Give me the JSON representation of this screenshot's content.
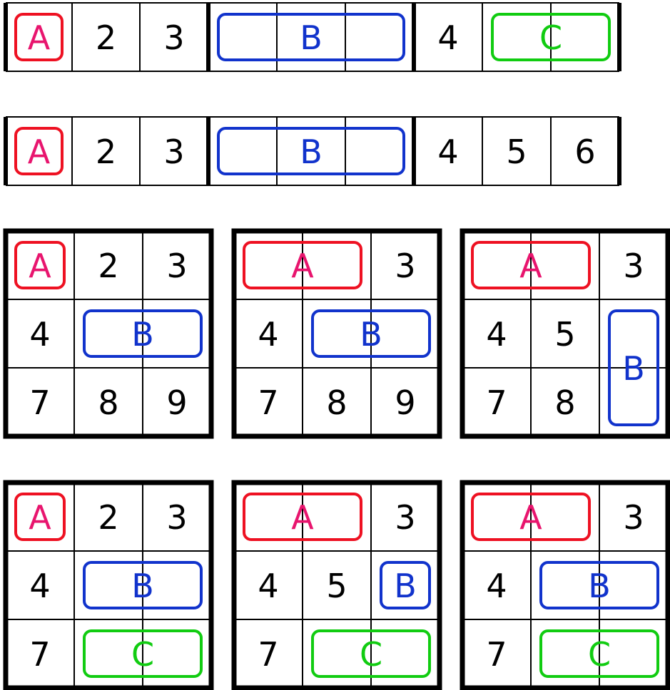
{
  "colors": {
    "A": "#ee1122",
    "A_text": "#e8156e",
    "B": "#1133cc",
    "C": "#11cc11",
    "line": "#000000"
  },
  "strips": [
    {
      "cells": [
        "",
        "2",
        "3",
        "",
        "",
        "",
        "4",
        "",
        ""
      ],
      "boxes": [
        {
          "label": "A",
          "from": 0,
          "to": 0
        },
        {
          "label": "B",
          "from": 3,
          "to": 5
        },
        {
          "label": "C",
          "from": 7,
          "to": 8
        }
      ]
    },
    {
      "cells": [
        "",
        "2",
        "3",
        "",
        "",
        "",
        "4",
        "5",
        "6"
      ],
      "boxes": [
        {
          "label": "A",
          "from": 0,
          "to": 0
        },
        {
          "label": "B",
          "from": 3,
          "to": 5
        }
      ]
    }
  ],
  "grids": [
    {
      "cells": [
        [
          "",
          "2",
          "3"
        ],
        [
          "4",
          "",
          ""
        ],
        [
          "7",
          "8",
          "9"
        ]
      ],
      "boxes": [
        {
          "label": "A",
          "r0": 0,
          "c0": 0,
          "r1": 0,
          "c1": 0
        },
        {
          "label": "B",
          "r0": 1,
          "c0": 1,
          "r1": 1,
          "c1": 2
        }
      ]
    },
    {
      "cells": [
        [
          "",
          "",
          "3"
        ],
        [
          "4",
          "",
          ""
        ],
        [
          "7",
          "8",
          "9"
        ]
      ],
      "boxes": [
        {
          "label": "A",
          "r0": 0,
          "c0": 0,
          "r1": 0,
          "c1": 1
        },
        {
          "label": "B",
          "r0": 1,
          "c0": 1,
          "r1": 1,
          "c1": 2
        }
      ]
    },
    {
      "cells": [
        [
          "",
          "",
          "3"
        ],
        [
          "4",
          "5",
          ""
        ],
        [
          "7",
          "8",
          ""
        ]
      ],
      "boxes": [
        {
          "label": "A",
          "r0": 0,
          "c0": 0,
          "r1": 0,
          "c1": 1
        },
        {
          "label": "B",
          "r0": 1,
          "c0": 2,
          "r1": 2,
          "c1": 2
        }
      ]
    },
    {
      "cells": [
        [
          "",
          "2",
          "3"
        ],
        [
          "4",
          "",
          ""
        ],
        [
          "7",
          "",
          ""
        ]
      ],
      "boxes": [
        {
          "label": "A",
          "r0": 0,
          "c0": 0,
          "r1": 0,
          "c1": 0
        },
        {
          "label": "B",
          "r0": 1,
          "c0": 1,
          "r1": 1,
          "c1": 2
        },
        {
          "label": "C",
          "r0": 2,
          "c0": 1,
          "r1": 2,
          "c1": 2
        }
      ]
    },
    {
      "cells": [
        [
          "",
          "",
          "3"
        ],
        [
          "4",
          "5",
          ""
        ],
        [
          "7",
          "",
          ""
        ]
      ],
      "boxes": [
        {
          "label": "A",
          "r0": 0,
          "c0": 0,
          "r1": 0,
          "c1": 1
        },
        {
          "label": "B",
          "r0": 1,
          "c0": 2,
          "r1": 1,
          "c1": 2
        },
        {
          "label": "C",
          "r0": 2,
          "c0": 1,
          "r1": 2,
          "c1": 2
        }
      ]
    },
    {
      "cells": [
        [
          "",
          "",
          "3"
        ],
        [
          "4",
          "",
          ""
        ],
        [
          "7",
          "",
          ""
        ]
      ],
      "boxes": [
        {
          "label": "A",
          "r0": 0,
          "c0": 0,
          "r1": 0,
          "c1": 1
        },
        {
          "label": "B",
          "r0": 1,
          "c0": 1,
          "r1": 1,
          "c1": 2
        },
        {
          "label": "C",
          "r0": 2,
          "c0": 1,
          "r1": 2,
          "c1": 2
        }
      ]
    }
  ]
}
